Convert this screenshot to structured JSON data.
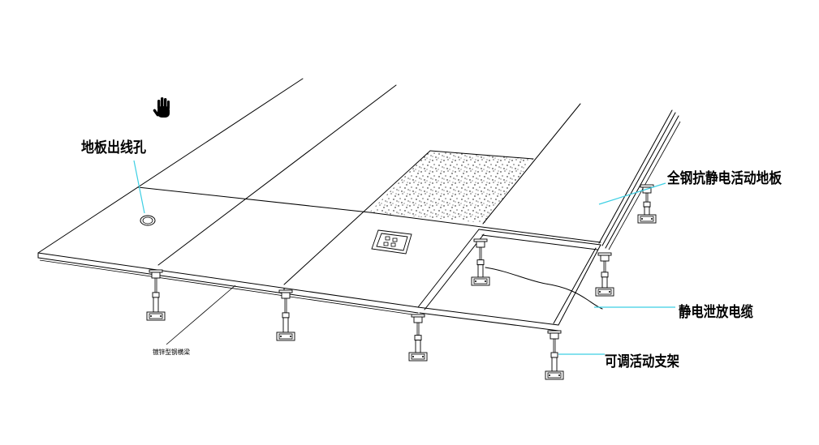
{
  "labels": {
    "outlet_hole": "地板出线孔",
    "floor_panel": "全钢抗静电活动地板",
    "discharge_cable": "静电泄放电缆",
    "adjustable_pedestal": "可调活动支架",
    "stringer": "镀锌型钢横梁"
  },
  "icons": {
    "cursor": "hand-icon"
  },
  "colors": {
    "line": "#000000",
    "leader": "#3ccfe3",
    "background": "#ffffff"
  }
}
